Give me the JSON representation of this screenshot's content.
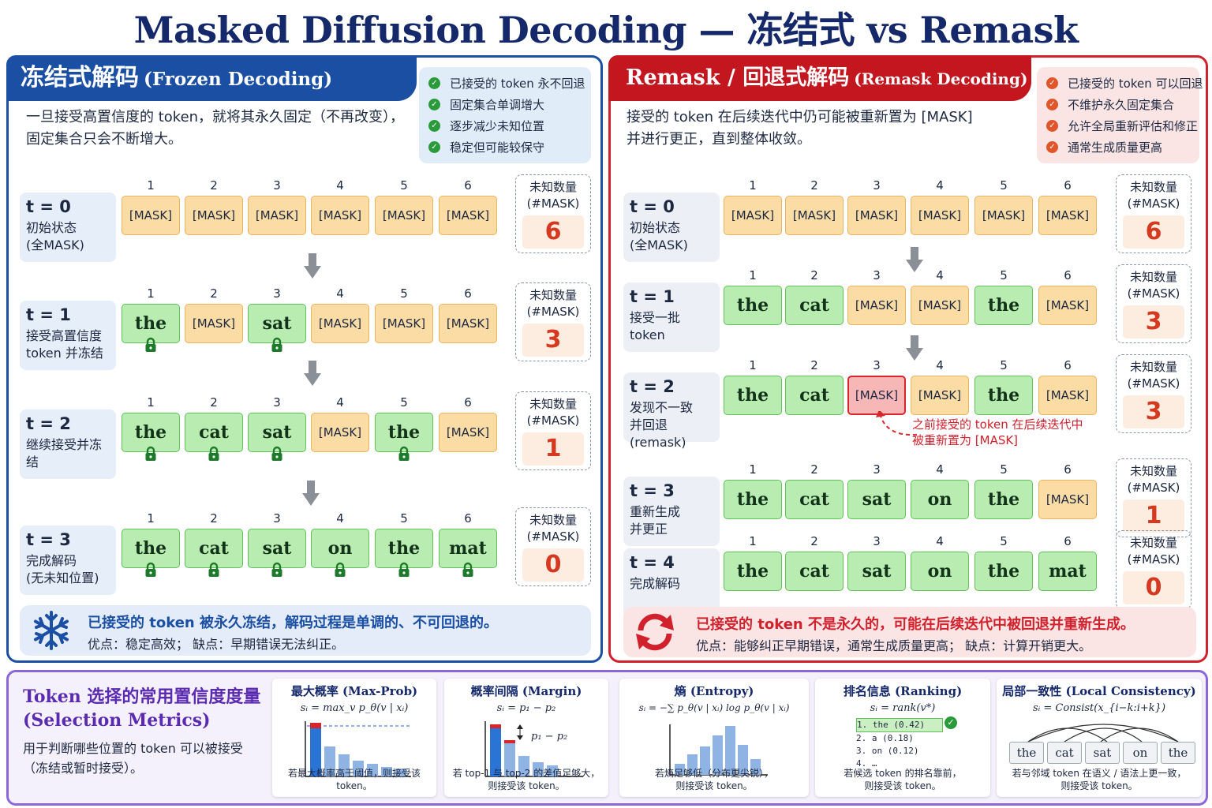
{
  "title": "Masked Diffusion Decoding — 冻结式 vs Remask",
  "left": {
    "head_main": "冻结式解码",
    "head_sub": "(Frozen Decoding)",
    "desc": [
      "一旦接受高置信度的 token，就将其永久固定（不再改变），",
      "固定集合只会不断增大。"
    ],
    "checks": [
      "已接受的 token 永不回退",
      "固定集合单调增大",
      "逐步减少未知位置",
      "稳定但可能较保守"
    ],
    "count_label_1": "未知数量",
    "count_label_2": "(#MASK)",
    "steps": [
      {
        "t": "t = 0",
        "desc": "初始状态\n(全MASK)",
        "tokens": [
          "[MASK]",
          "[MASK]",
          "[MASK]",
          "[MASK]",
          "[MASK]",
          "[MASK]"
        ],
        "count": "6"
      },
      {
        "t": "t = 1",
        "desc": "接受高置信度\ntoken 并冻结",
        "tokens": [
          "the",
          "[MASK]",
          "sat",
          "[MASK]",
          "[MASK]",
          "[MASK]"
        ],
        "count": "3"
      },
      {
        "t": "t = 2",
        "desc": "继续接受并冻结",
        "tokens": [
          "the",
          "cat",
          "sat",
          "[MASK]",
          "the",
          "[MASK]"
        ],
        "count": "1"
      },
      {
        "t": "t = 3",
        "desc": "完成解码\n(无未知位置)",
        "tokens": [
          "the",
          "cat",
          "sat",
          "on",
          "the",
          "mat"
        ],
        "count": "0"
      }
    ],
    "foot_main": "已接受的 token 被永久冻结，解码过程是单调的、不可回退的。",
    "foot_sub": "优点：稳定高效；    缺点：早期错误无法纠正。"
  },
  "right": {
    "head_main": "Remask / 回退式解码",
    "head_sub": "(Remask Decoding)",
    "desc": [
      "接受的 token 在后续迭代中仍可能被重新置为 [MASK]",
      "并进行更正，直到整体收敛。"
    ],
    "checks": [
      "已接受的 token 可以回退",
      "不维护永久固定集合",
      "允许全局重新评估和修正",
      "通常生成质量更高"
    ],
    "count_label_1": "未知数量",
    "count_label_2": "(#MASK)",
    "steps": [
      {
        "t": "t = 0",
        "desc": "初始状态\n(全MASK)",
        "tokens": [
          "[MASK]",
          "[MASK]",
          "[MASK]",
          "[MASK]",
          "[MASK]",
          "[MASK]"
        ],
        "count": "6"
      },
      {
        "t": "t = 1",
        "desc": "接受一批\ntoken",
        "tokens": [
          "the",
          "cat",
          "[MASK]",
          "[MASK]",
          "the",
          "[MASK]"
        ],
        "count": "3"
      },
      {
        "t": "t = 2",
        "desc": "发现不一致\n并回退 (remask)",
        "tokens": [
          "the",
          "cat",
          "[MASK]",
          "[MASK]",
          "the",
          "[MASK]"
        ],
        "count": "3"
      },
      {
        "t": "t = 3",
        "desc": "重新生成\n并更正",
        "tokens": [
          "the",
          "cat",
          "sat",
          "on",
          "the",
          "[MASK]"
        ],
        "count": "1"
      },
      {
        "t": "t = 4",
        "desc": "完成解码",
        "tokens": [
          "the",
          "cat",
          "sat",
          "on",
          "the",
          "mat"
        ],
        "count": "0"
      }
    ],
    "remask_note": [
      "之前接受的 token 在后续迭代中",
      "被重新置为 [MASK]"
    ],
    "foot_main": "已接受的 token 不是永久的，可能在后续迭代中被回退并重新生成。",
    "foot_sub": "优点：能够纠正早期错误，通常生成质量更高；    缺点：计算开销更大。"
  },
  "positions": [
    "1",
    "2",
    "3",
    "4",
    "5",
    "6"
  ],
  "bottom": {
    "title_1": "Token 选择的常用置信度度量",
    "title_2": "(Selection Metrics)",
    "desc": [
      "用于判断哪些位置的 token 可以被接受",
      "（冻结或暂时接受）。"
    ],
    "cards": [
      {
        "title": "最大概率 (Max-Prob)",
        "formula": "sᵢ = max_v p_θ(v | xᵢ)",
        "caption": [
          "若最大概率高于阈值，则接受该 token。"
        ]
      },
      {
        "title": "概率间隔 (Margin)",
        "formula": "sᵢ = p₁ − p₂",
        "note": "p₁ − p₂",
        "caption": [
          "若 top-1 与 top-2 的差值足够大，",
          "则接受该 token。"
        ]
      },
      {
        "title": "熵 (Entropy)",
        "formula": "sᵢ = −∑ p_θ(v | xᵢ) log p_θ(v | xᵢ)",
        "caption": [
          "若熵足够低（分布更尖锐），",
          "则接受该 token。"
        ]
      },
      {
        "title": "排名信息 (Ranking)",
        "formula": "sᵢ = rank(v*)",
        "ranks": [
          "1. the (0.42)",
          "2. a   (0.18)",
          "3. on  (0.12)",
          "4. …"
        ],
        "caption": [
          "若候选 token 的排名靠前，",
          "则接受该 token。"
        ]
      },
      {
        "title": "局部一致性 (Local Consistency)",
        "formula": "sᵢ = Consist(x_{i−k:i+k})",
        "words": [
          "the",
          "cat",
          "sat",
          "on",
          "the"
        ],
        "caption": [
          "若与邻域 token 在语义 / 语法上更一致，",
          "则接受该 token。"
        ]
      }
    ]
  },
  "colors": {
    "blue": "#1a4fa3",
    "red": "#c4161f",
    "green": "#b9ecb0",
    "mask": "#fbdca5",
    "purple": "#8c67d8"
  }
}
